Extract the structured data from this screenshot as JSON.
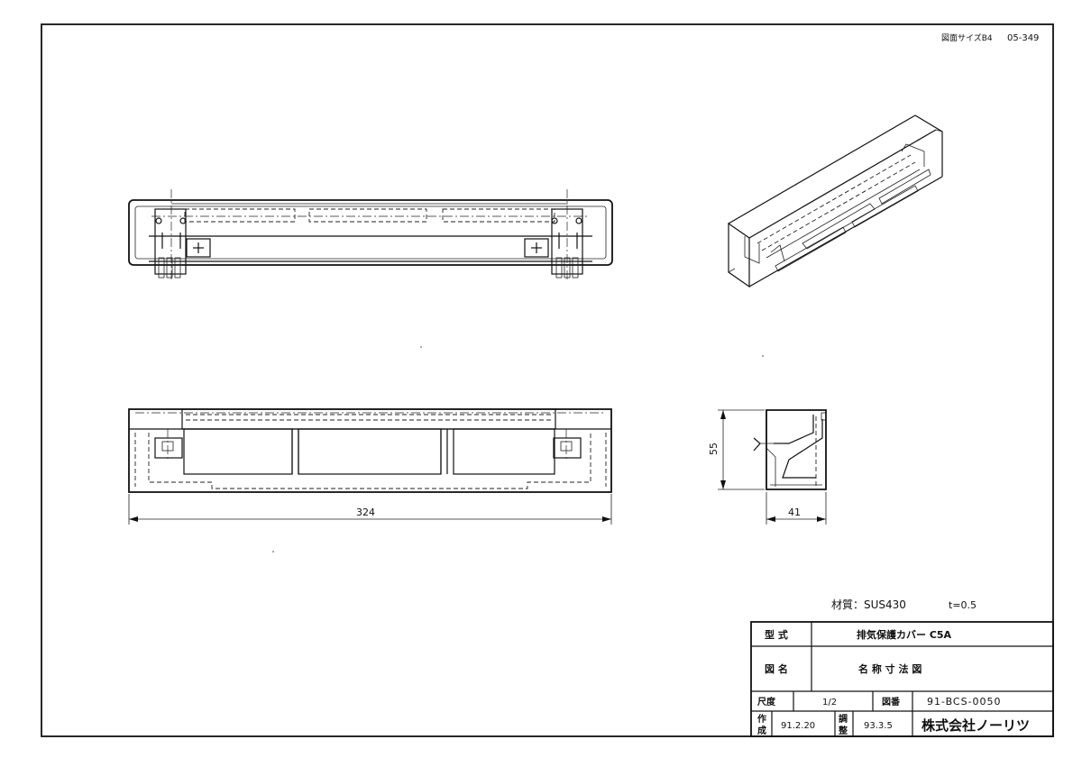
{
  "header": {
    "size_label": "図面サイズB4",
    "sheet_no": "05-349"
  },
  "dimensions": {
    "width": "324",
    "height": "55",
    "depth": "41"
  },
  "material": {
    "label": "材質：SUS430",
    "thickness": "t=0.5"
  },
  "title_block": {
    "model_label": "型 式",
    "model_value": "排気保護カバー C5A",
    "drawing_name_label": "図 名",
    "drawing_name_value": "名 称 寸 法 図",
    "scale_label": "尺度",
    "scale_value": "1/2",
    "drawing_no_label": "図番",
    "drawing_no_value": "91-BCS-0050",
    "created_label_1": "作",
    "created_label_2": "成",
    "created_date": "91.2.20",
    "adjusted_label_1": "調",
    "adjusted_label_2": "整",
    "adjusted_date": "93.3.5",
    "company": "株式会社ノーリツ"
  }
}
